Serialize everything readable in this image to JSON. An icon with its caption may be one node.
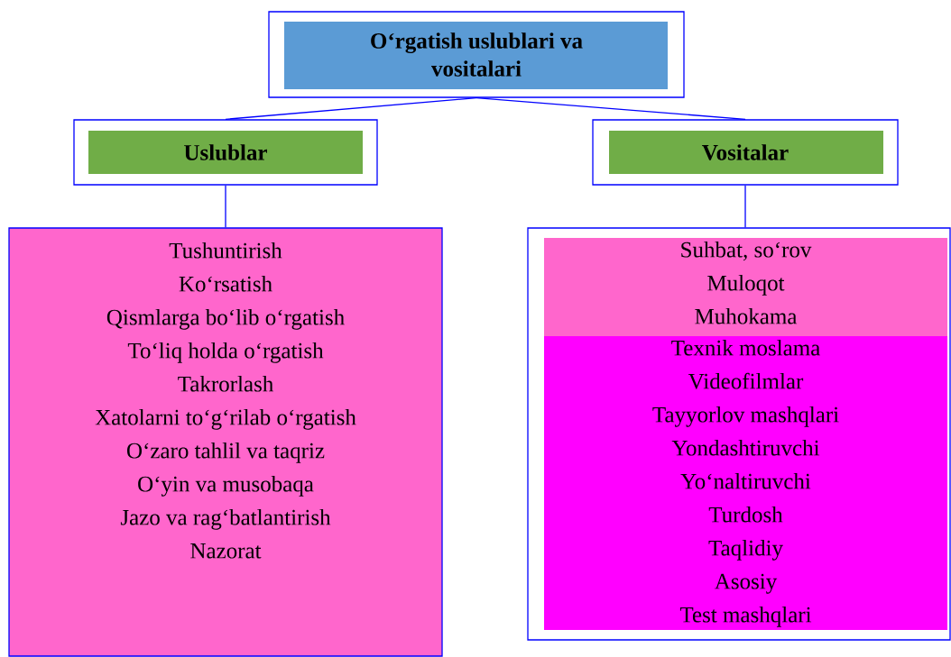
{
  "diagram": {
    "nodes": [
      {
        "text": [
          "O‘rgatish uslublari va vositalari"
        ]
      },
      {
        "text": [
          "Uslublar"
        ]
      },
      {
        "text": [
          "Vositalar"
        ]
      },
      {
        "text": [
          "Tushuntirish",
          "Ko‘rsatish",
          "Qismlarga bo‘lib o‘rgatish",
          "To‘liq holda o‘rgatish",
          "Takrorlash",
          "Xatolarni to‘g‘rilab o‘rgatish",
          "O‘zaro tahlil va taqriz",
          "O‘yin va musobaqa",
          "Jazo va rag‘batlantirish",
          "Nazorat"
        ]
      },
      {
        "text": [],
        "shape": "box"
      },
      {
        "text": [
          "Suhbat, so‘rov",
          "Muloqot",
          "Muhokama"
        ],
        "in": 4
      },
      {
        "text": [
          "Texnik moslama",
          "Videofilmlar",
          "Tayyorlov mashqlari",
          "Yondashtiruvchi",
          "Yo‘naltiruvchi",
          "Turdosh",
          "Taqlidiy",
          "Asosiy",
          "Test mashqlari"
        ],
        "in": 4
      }
    ],
    "edges": [
      {
        "from": 0,
        "to": 1,
        "arrow": "none"
      },
      {
        "from": 0,
        "to": 2,
        "arrow": "none"
      },
      {
        "from": 1,
        "to": 3,
        "arrow": "none"
      },
      {
        "from": 2,
        "to": 4,
        "arrow": "none"
      }
    ]
  }
}
